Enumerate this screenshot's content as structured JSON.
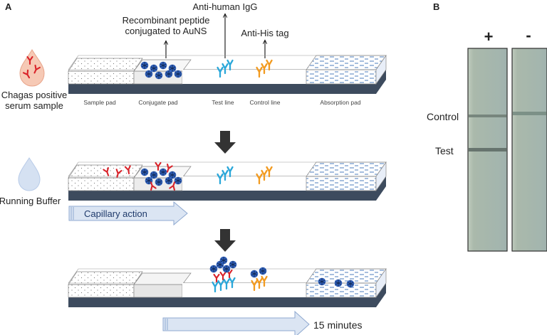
{
  "panels": {
    "a": "A",
    "b": "B"
  },
  "labels": {
    "peptide_line1": "Recombinant peptide",
    "peptide_line2": "conjugated to AuNS",
    "anti_human": "Anti-human IgG",
    "anti_his": "Anti-His tag",
    "sample_line1": "Chagas positive",
    "sample_line2": "serum sample",
    "running_buffer": "Running Buffer"
  },
  "strip_parts": {
    "sample_pad": "Sample pad",
    "conjugate_pad": "Conjugate  pad",
    "test_line": "Test  line",
    "control_line": "Control  line",
    "absorption_pad": "Absorption pad"
  },
  "arrows": {
    "capillary": "Capillary action",
    "time": "15 minutes"
  },
  "photo": {
    "plus": "+",
    "minus": "-",
    "control": "Control",
    "test": "Test"
  },
  "colors": {
    "strip_base": "#3d4b5e",
    "anti_human": "#2aa7d9",
    "anti_his": "#f29a1f",
    "sample_antibody": "#d9232a",
    "nanoparticle": "#2f5fb8",
    "arrow_fill": "#dbe5f3",
    "arrow_stroke": "#8fa9d0",
    "membrane_photo": "#a7b8a7"
  }
}
